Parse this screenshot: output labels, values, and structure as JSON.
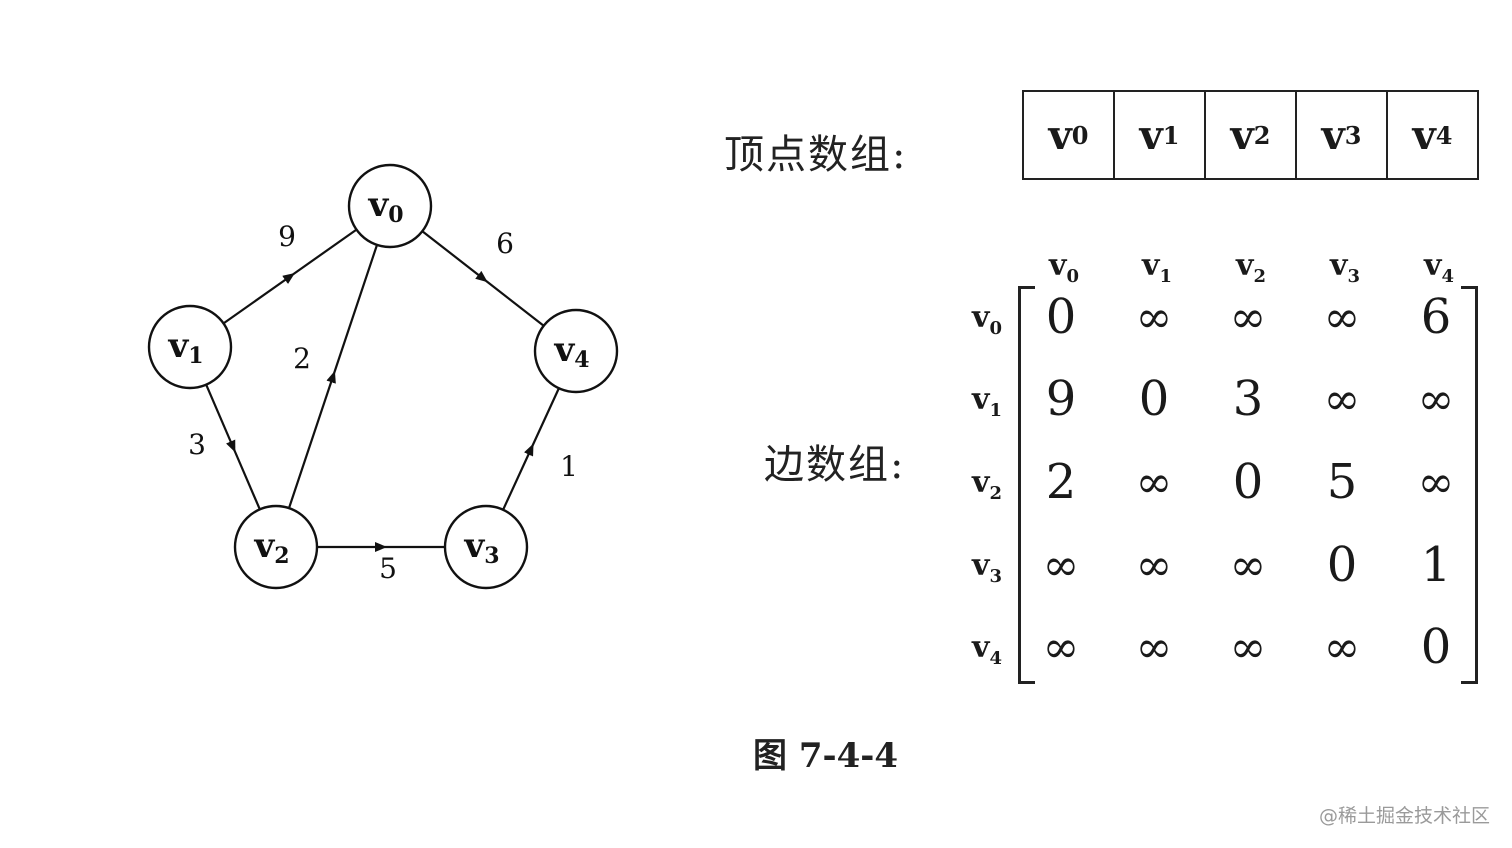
{
  "graph": {
    "vertices": [
      {
        "id": "v0",
        "base": "v",
        "sub": "0"
      },
      {
        "id": "v1",
        "base": "v",
        "sub": "1"
      },
      {
        "id": "v2",
        "base": "v",
        "sub": "2"
      },
      {
        "id": "v3",
        "base": "v",
        "sub": "3"
      },
      {
        "id": "v4",
        "base": "v",
        "sub": "4"
      }
    ],
    "edges": [
      {
        "from": "v1",
        "to": "v0",
        "weight": "9"
      },
      {
        "from": "v0",
        "to": "v4",
        "weight": "6"
      },
      {
        "from": "v2",
        "to": "v0",
        "weight": "2"
      },
      {
        "from": "v1",
        "to": "v2",
        "weight": "3"
      },
      {
        "from": "v2",
        "to": "v3",
        "weight": "5"
      },
      {
        "from": "v3",
        "to": "v4",
        "weight": "1"
      }
    ]
  },
  "vertex_array": {
    "label": "顶点数组:",
    "cells": [
      {
        "base": "v",
        "sub": "0"
      },
      {
        "base": "v",
        "sub": "1"
      },
      {
        "base": "v",
        "sub": "2"
      },
      {
        "base": "v",
        "sub": "3"
      },
      {
        "base": "v",
        "sub": "4"
      }
    ]
  },
  "edge_array": {
    "label": "边数组:",
    "headers": [
      {
        "base": "v",
        "sub": "0"
      },
      {
        "base": "v",
        "sub": "1"
      },
      {
        "base": "v",
        "sub": "2"
      },
      {
        "base": "v",
        "sub": "3"
      },
      {
        "base": "v",
        "sub": "4"
      }
    ],
    "matrix": [
      [
        "0",
        "∞",
        "∞",
        "∞",
        "6"
      ],
      [
        "9",
        "0",
        "3",
        "∞",
        "∞"
      ],
      [
        "2",
        "∞",
        "0",
        "5",
        "∞"
      ],
      [
        "∞",
        "∞",
        "∞",
        "0",
        "1"
      ],
      [
        "∞",
        "∞",
        "∞",
        "∞",
        "0"
      ]
    ]
  },
  "caption": "图 7-4-4",
  "watermark": "@稀土掘金技术社区"
}
